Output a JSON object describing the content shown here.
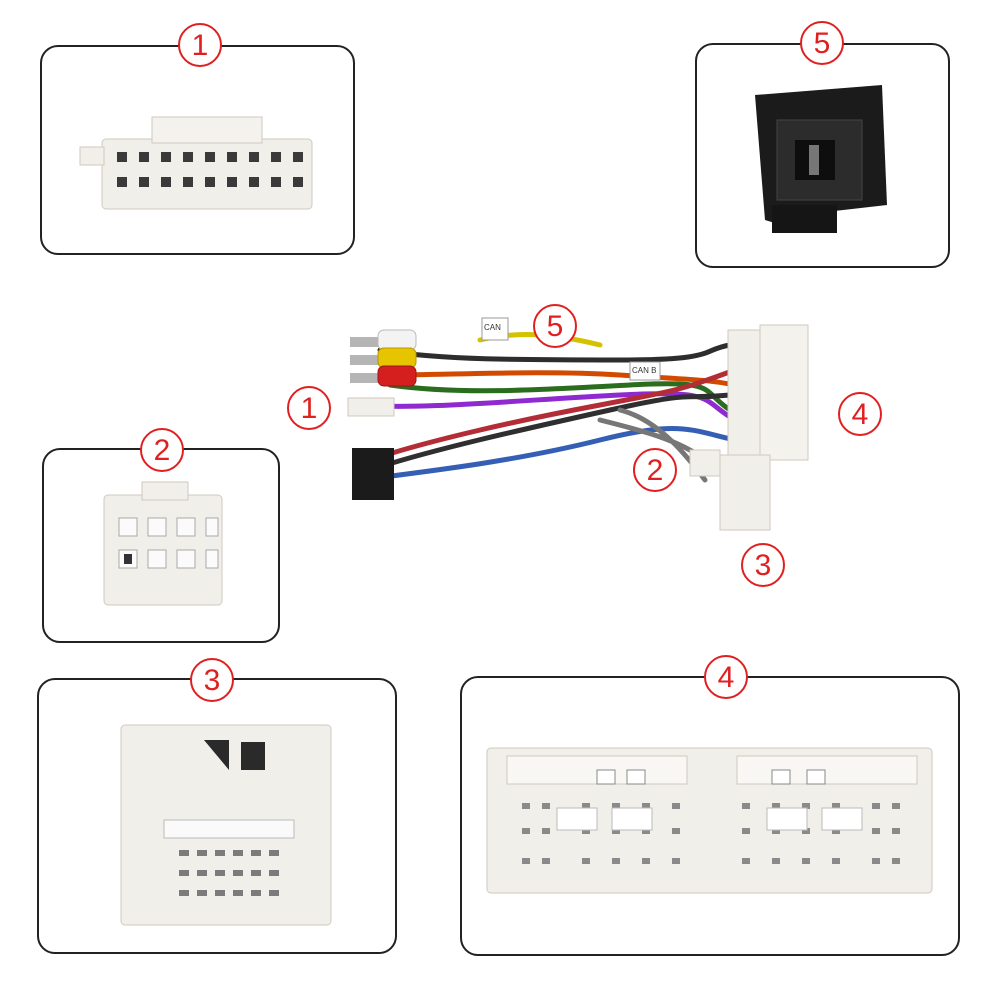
{
  "labels": {
    "c1": "1",
    "c2": "2",
    "c3": "3",
    "c4": "4",
    "c5": "5"
  },
  "harness_tags": {
    "tag_top": "CAN",
    "tag_right": "CAN B"
  },
  "colors": {
    "badge": "#e02020",
    "panel_border": "#222222",
    "connector_white": "#f1efe9",
    "connector_black": "#1b1b1b"
  }
}
